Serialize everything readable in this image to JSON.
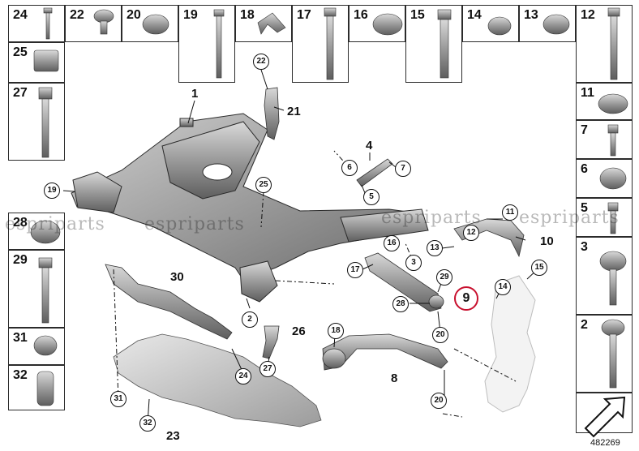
{
  "diagram_number": "482269",
  "watermark": "espriparts",
  "highlight_color": "#c8102e",
  "highlighted_part": "9",
  "part_cells": {
    "top_row": [
      "24",
      "22",
      "20",
      "19",
      "18",
      "17",
      "16",
      "15",
      "14",
      "13",
      "12"
    ],
    "left_column_top": [
      "25",
      "27"
    ],
    "left_column_bottom": [
      "28",
      "29",
      "31",
      "32"
    ],
    "right_column": [
      "11",
      "7",
      "6",
      "5",
      "3",
      "2"
    ]
  },
  "bold_labels": [
    "1",
    "21",
    "4",
    "10",
    "30",
    "26",
    "8",
    "23",
    "9"
  ],
  "circled_callouts": [
    "22",
    "19",
    "25",
    "6",
    "7",
    "5",
    "11",
    "12",
    "16",
    "13",
    "3",
    "17",
    "15",
    "29",
    "14",
    "28",
    "2",
    "20",
    "18",
    "24",
    "27",
    "31",
    "32",
    "20"
  ]
}
